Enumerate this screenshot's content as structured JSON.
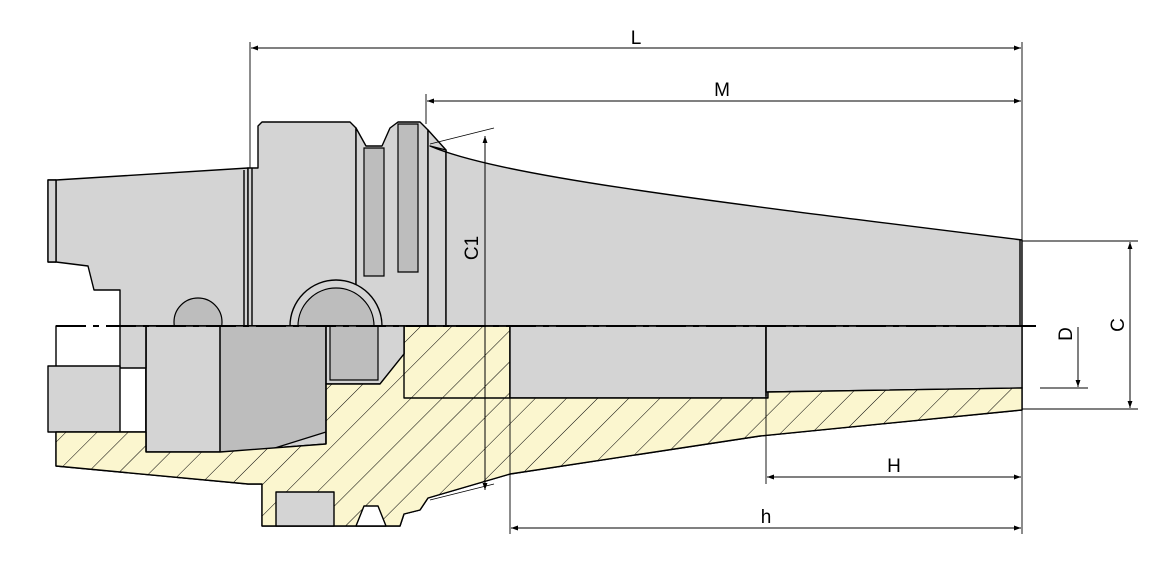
{
  "dimensions": {
    "L": "L",
    "M": "M",
    "C1": "C1",
    "D": "D",
    "C": "C",
    "H": "H",
    "h": "h"
  },
  "colors": {
    "body": "#d4d4d4",
    "body_shadow": "#bdbdbd",
    "section": "#fbf6cf",
    "hatch": "#000000"
  }
}
